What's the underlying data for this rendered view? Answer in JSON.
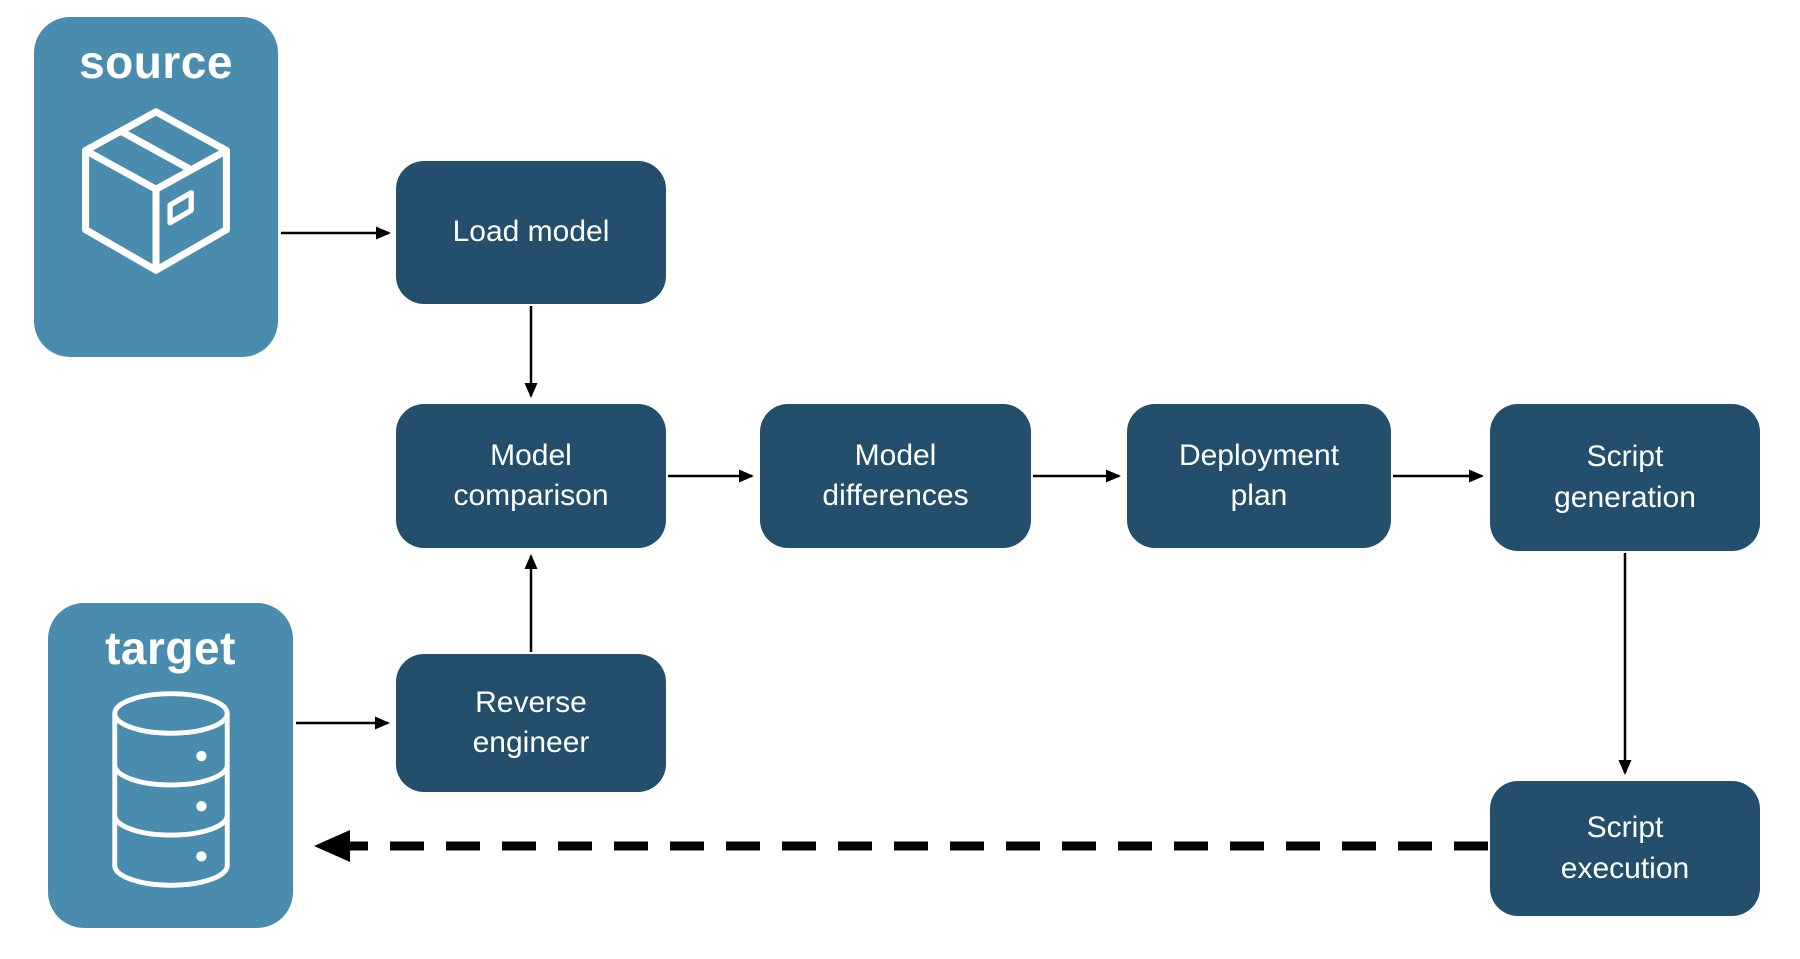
{
  "diagram": {
    "source": {
      "label": "source"
    },
    "target": {
      "label": "target"
    },
    "nodes": {
      "load_model": {
        "label": "Load model"
      },
      "model_comparison": {
        "label": [
          "Model",
          "comparison"
        ]
      },
      "model_differences": {
        "label": [
          "Model",
          "differences"
        ]
      },
      "deployment_plan": {
        "label": [
          "Deployment",
          "plan"
        ]
      },
      "script_generation": {
        "label": [
          "Script",
          "generation"
        ]
      },
      "reverse_engineer": {
        "label": [
          "Reverse",
          "engineer"
        ]
      },
      "script_execution": {
        "label": [
          "Script",
          "execution"
        ]
      }
    },
    "colors": {
      "endpoint_fill": "#4A8CAE",
      "step_fill": "#234F6D",
      "arrow": "#000000",
      "text": "#FFFFFF"
    }
  }
}
